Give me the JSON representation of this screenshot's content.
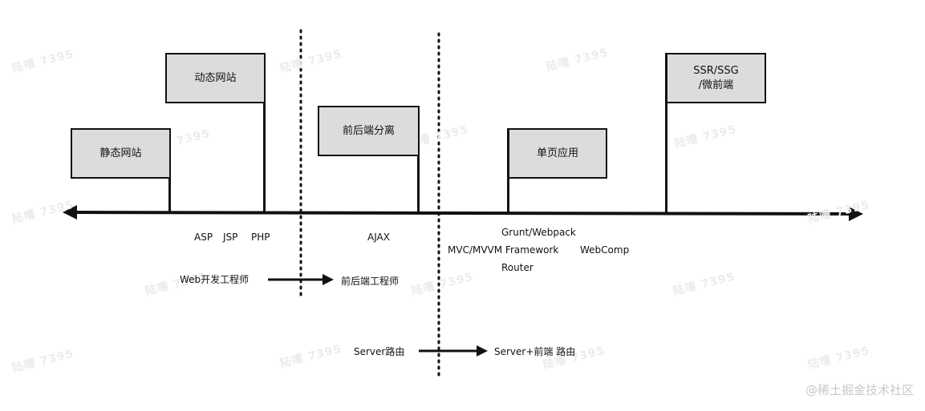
{
  "flags": [
    {
      "id": "static-site",
      "label": "静态网站"
    },
    {
      "id": "dynamic-site",
      "label": "动态网站"
    },
    {
      "id": "fe-be-separation",
      "label": "前后端分离"
    },
    {
      "id": "spa",
      "label": "单页应用"
    },
    {
      "id": "ssr-ssg",
      "label": "SSR/SSG\n/微前端"
    }
  ],
  "timeline_labels": {
    "asp": "ASP",
    "jsp": "JSP",
    "php": "PHP",
    "ajax": "AJAX",
    "grunt": "Grunt/Webpack",
    "mvc": "MVC/MVVM Framework",
    "webcomp": "WebComp",
    "router": "Router"
  },
  "roles": {
    "web_dev": "Web开发工程师",
    "fe_be_dev": "前后端工程师"
  },
  "routing": {
    "server": "Server路由",
    "server_fe": "Server+前端 路由"
  },
  "watermarks": {
    "author": "陆嘈 7395",
    "site": "@稀土掘金技术社区"
  }
}
